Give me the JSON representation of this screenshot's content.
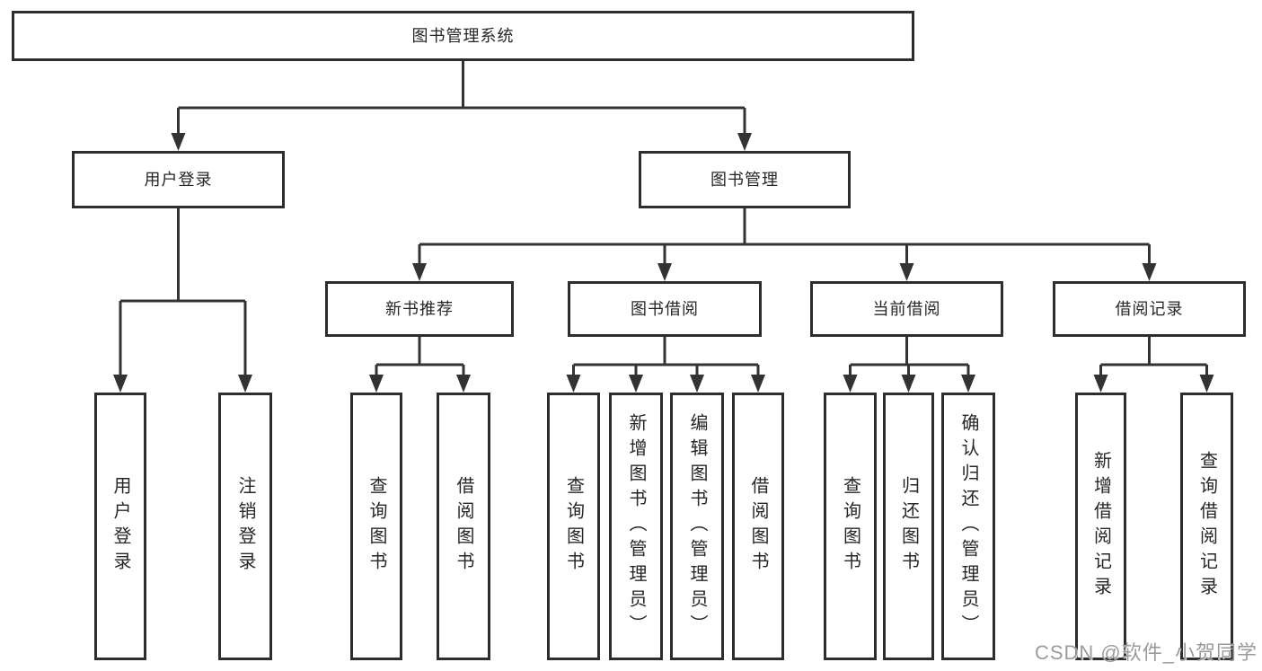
{
  "tree": {
    "root": {
      "label": "图书管理系统",
      "children": [
        {
          "label": "用户登录",
          "children": [
            {
              "label": "用户登录"
            },
            {
              "label": "注销登录"
            }
          ]
        },
        {
          "label": "图书管理",
          "children": [
            {
              "label": "新书推荐",
              "children": [
                {
                  "label": "查询图书"
                },
                {
                  "label": "借阅图书"
                }
              ]
            },
            {
              "label": "图书借阅",
              "children": [
                {
                  "label": "查询图书"
                },
                {
                  "label": "新增图书（管理员）"
                },
                {
                  "label": "编辑图书（管理员）"
                },
                {
                  "label": "借阅图书"
                }
              ]
            },
            {
              "label": "当前借阅",
              "children": [
                {
                  "label": "查询图书"
                },
                {
                  "label": "归还图书"
                },
                {
                  "label": "确认归还（管理员）"
                }
              ]
            },
            {
              "label": "借阅记录",
              "children": [
                {
                  "label": "新增借阅记录"
                },
                {
                  "label": "查询借阅记录"
                }
              ]
            }
          ]
        }
      ]
    }
  },
  "watermark": {
    "text": "CSDN @软件_小贺同学"
  },
  "colors": {
    "background": "#ffffff",
    "line": "#333333",
    "border": "#2d2d2d",
    "text": "#262626",
    "watermark": "#9b9b9e"
  }
}
